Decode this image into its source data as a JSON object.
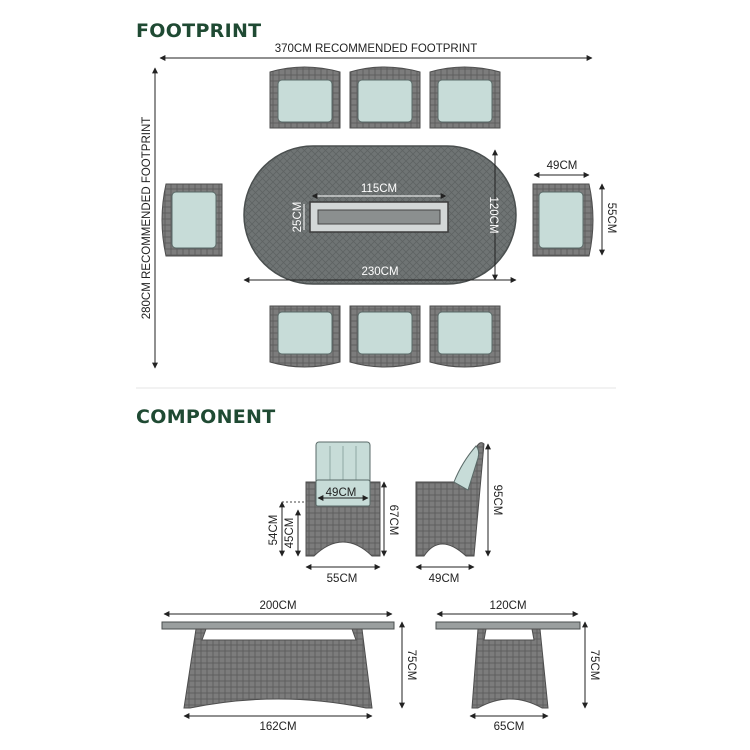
{
  "sections": {
    "footprint_title": "FOOTPRINT",
    "component_title": "COMPONENT"
  },
  "footprint": {
    "width_label": "370CM RECOMMENDED FOOTPRINT",
    "depth_label": "280CM RECOMMENDED FOOTPRINT",
    "chair_width_label": "49CM",
    "chair_depth_label": "55CM",
    "table_length_label": "230CM",
    "table_width_label": "120CM",
    "burner_length_label": "115CM",
    "burner_width_label": "25CM"
  },
  "component": {
    "chair_seat_width_label": "49CM",
    "chair_total_width_label": "55CM",
    "chair_arm_height_label": "67CM",
    "chair_seat_height_label": "54CM",
    "chair_frame_seat_label": "45CM",
    "chair_side_depth_label": "49CM",
    "chair_side_height_label": "95CM",
    "table_front_top_label": "200CM",
    "table_front_base_label": "162CM",
    "table_front_height_label": "75CM",
    "table_side_top_label": "120CM",
    "table_side_base_label": "65CM",
    "table_side_height_label": "75CM"
  },
  "colors": {
    "heading": "#1f4a33",
    "rattan": "#7a7a7a",
    "rattan_dark": "#4e4e4e",
    "cushion": "#c7dcd8",
    "burner": "#cfd3d3"
  }
}
